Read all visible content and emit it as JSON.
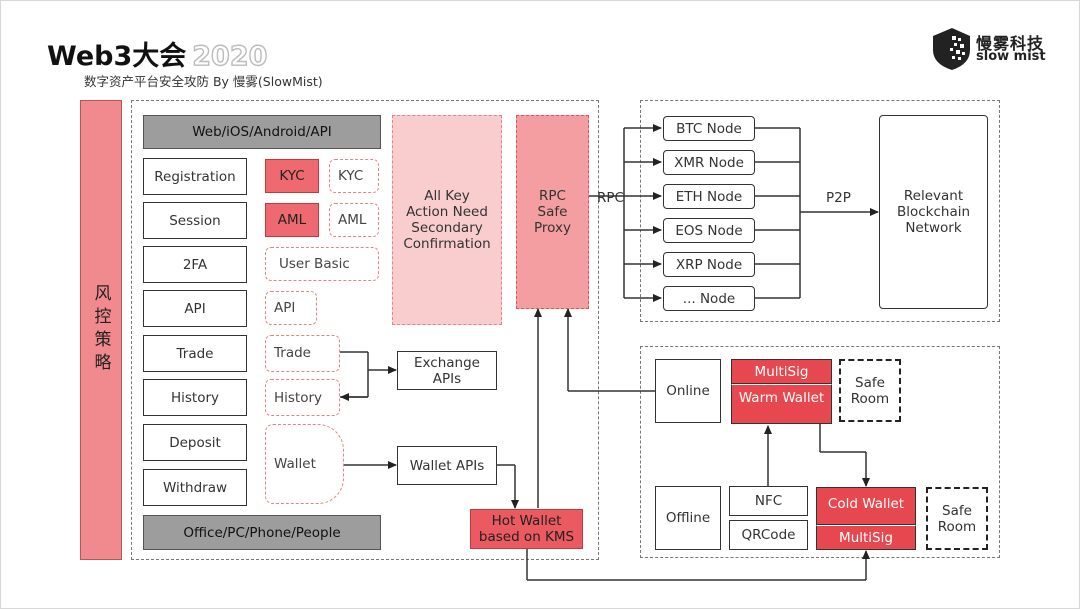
{
  "header": {
    "title": "Web3大会",
    "year": "2020",
    "subtitle": "数字资产平台安全攻防 By 慢雾(SlowMist)",
    "logo_cn": "慢雾科技",
    "logo_en": "slow mist"
  },
  "side_label": "风控策略",
  "left_panel": {
    "top_bar": "Web/iOS/Android/API",
    "bottom_bar": "Office/PC/Phone/People",
    "modules": [
      "Registration",
      "Session",
      "2FA",
      "API",
      "Trade",
      "History",
      "Deposit",
      "Withdraw"
    ],
    "kyc_filled": "KYC",
    "aml_filled": "AML",
    "kyc_db": "KYC",
    "aml_db": "AML",
    "user_basic_db": "User Basic",
    "api_db": "API",
    "trade_db": "Trade",
    "history_db": "History",
    "wallet_db": "Wallet",
    "exchange_apis": "Exchange APIs",
    "wallet_apis": "Wallet APIs",
    "secondary_confirmation": "All Key Action Need Secondary Confirmation",
    "rpc_proxy": "RPC Safe Proxy"
  },
  "hot_wallet": "Hot Wallet based on KMS",
  "node_panel": {
    "rpc_label": "RPC",
    "p2p_label": "P2P",
    "nodes": [
      "BTC Node",
      "XMR Node",
      "ETH Node",
      "EOS Node",
      "XRP Node",
      "... Node"
    ],
    "network": "Relevant Blockchain Network"
  },
  "wallet_panel": {
    "online": "Online",
    "offline": "Offline",
    "multisig_top": "MultiSig",
    "warm_wallet": "Warm Wallet",
    "cold_wallet": "Cold Wallet",
    "multisig_bottom": "MultiSig",
    "safe_room_top": "Safe Room",
    "safe_room_bottom": "Safe Room",
    "nfc": "NFC",
    "qrcode": "QRCode"
  },
  "colors": {
    "red_accent": "#e7474e",
    "pink_side": "#f08a8e",
    "gray_bar": "#9d9d9d",
    "dash_pink": "#ef8080"
  }
}
